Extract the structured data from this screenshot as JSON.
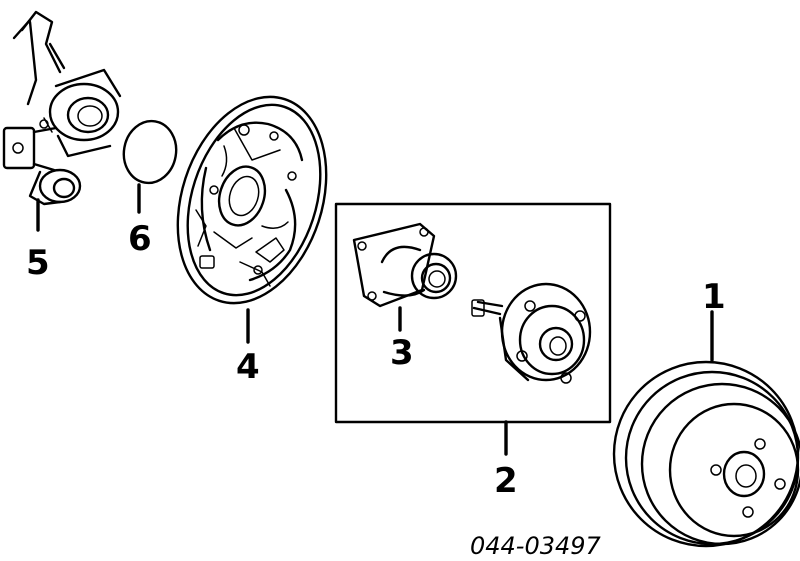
{
  "callouts": [
    {
      "id": "1",
      "text": "1"
    },
    {
      "id": "2",
      "text": "2"
    },
    {
      "id": "3",
      "text": "3"
    },
    {
      "id": "4",
      "text": "4"
    },
    {
      "id": "5",
      "text": "5"
    },
    {
      "id": "6",
      "text": "6"
    }
  ],
  "reference_code": "044-03497"
}
